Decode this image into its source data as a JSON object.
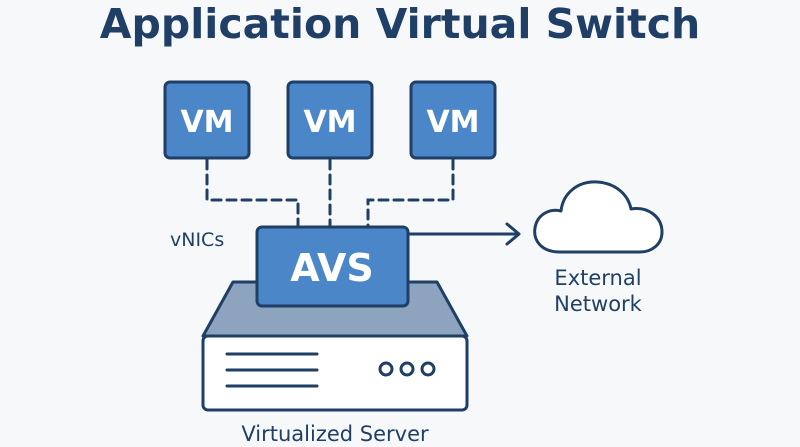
{
  "title": "Application Virtual Switch",
  "vms": [
    {
      "label": "VM"
    },
    {
      "label": "VM"
    },
    {
      "label": "VM"
    }
  ],
  "switch": {
    "label": "AVS"
  },
  "vnics_label": "vNICs",
  "external_network": {
    "line1": "External",
    "line2": "Network",
    "icon": "cloud-icon"
  },
  "server": {
    "label": "Virtualized Server",
    "icon": "server-icon"
  },
  "colors": {
    "title": "#1f3f66",
    "box_fill": "#4a86c8",
    "box_stroke": "#1f3f66",
    "server_top": "#8ea3bd",
    "server_body": "#ffffff",
    "cloud_fill": "#ffffff"
  }
}
